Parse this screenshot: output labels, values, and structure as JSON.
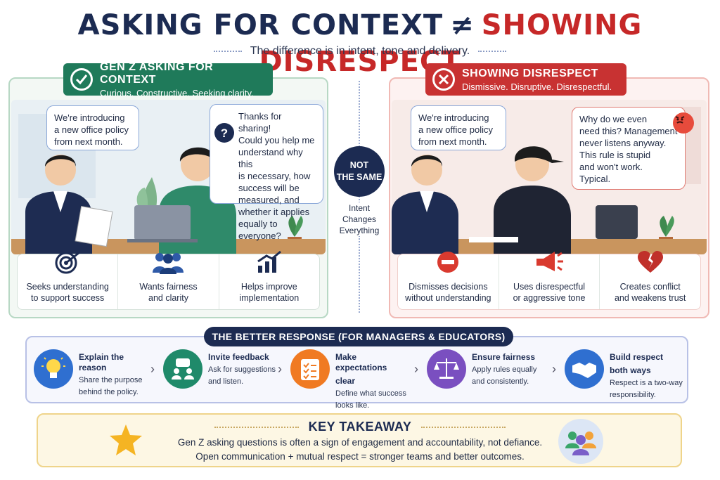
{
  "header": {
    "title_left": "ASKING FOR CONTEXT",
    "neq": "≠",
    "title_right": "SHOWING DISRESPECT",
    "subtitle": "The difference is in intent, tone and delivery."
  },
  "left": {
    "badge_title": "GEN Z ASKING FOR CONTEXT",
    "badge_sub": "Curious. Constructive. Seeking clarity.",
    "manager_line1": "We're introducing",
    "manager_line2": "a new office policy",
    "manager_line3": "from next month.",
    "reply_lines": [
      "Thanks for sharing!",
      "Could you help me",
      "understand why this",
      "is necessary, how",
      "success will be",
      "measured, and",
      "whether it applies",
      "equally to everyone?"
    ],
    "features": [
      {
        "icon": "target-icon",
        "line1": "Seeks understanding",
        "line2": "to support success"
      },
      {
        "icon": "team-icon",
        "line1": "Wants fairness",
        "line2": "and clarity"
      },
      {
        "icon": "growth-chart-icon",
        "line1": "Helps improve",
        "line2": "implementation"
      }
    ],
    "color": "#1f7a5a"
  },
  "middle": {
    "not": "NOT",
    "same": "THE SAME",
    "intent1": "Intent",
    "intent2": "Changes",
    "intent3": "Everything"
  },
  "right": {
    "badge_title": "SHOWING DISRESPECT",
    "badge_sub": "Dismissive. Disruptive. Disrespectful.",
    "manager_line1": "We're introducing",
    "manager_line2": "a new office policy",
    "manager_line3": "from next month.",
    "reply_lines": [
      "Why do we even",
      "need this? Management",
      "never listens anyway.",
      "This rule is stupid",
      "and won't work.",
      "Typical."
    ],
    "features": [
      {
        "icon": "minus-circle-icon",
        "line1": "Dismisses decisions",
        "line2": "without understanding"
      },
      {
        "icon": "megaphone-icon",
        "line1": "Uses disrespectful",
        "line2": "or aggressive tone"
      },
      {
        "icon": "broken-heart-icon",
        "line1": "Creates conflict",
        "line2": "and weakens trust"
      }
    ],
    "color": "#c83232"
  },
  "better": {
    "heading": "THE BETTER RESPONSE (FOR MANAGERS & EDUCATORS)",
    "steps": [
      {
        "icon": "lightbulb-icon",
        "title": "Explain the reason",
        "title2": "",
        "line1": "Share the purpose",
        "line2": "behind the policy.",
        "color": "#2f6fd0"
      },
      {
        "icon": "feedback-icon",
        "title": "Invite feedback",
        "title2": "",
        "line1": "Ask for suggestions",
        "line2": "and listen.",
        "color": "#1f8a6a"
      },
      {
        "icon": "checklist-icon",
        "title": "Make expectations",
        "title2": "clear",
        "line1": "Define what success",
        "line2": "looks like.",
        "color": "#f07a22"
      },
      {
        "icon": "scales-icon",
        "title": "Ensure fairness",
        "title2": "",
        "line1": "Apply rules equally",
        "line2": "and consistently.",
        "color": "#7a4fc0"
      },
      {
        "icon": "handshake-icon",
        "title": "Build respect",
        "title2": "both ways",
        "line1": "Respect is a two-way",
        "line2": "responsibility.",
        "color": "#2f6fd0"
      }
    ]
  },
  "takeaway": {
    "heading": "KEY TAKEAWAY",
    "line1": "Gen Z asking questions is often a sign of engagement and accountability, not defiance.",
    "line2": "Open communication + mutual respect = stronger teams and better outcomes."
  }
}
